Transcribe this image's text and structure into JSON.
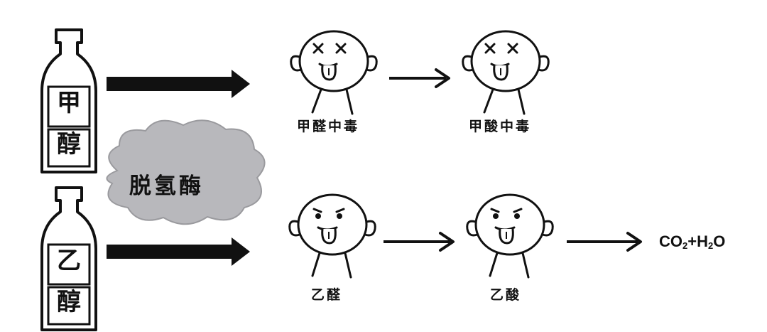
{
  "bottles": {
    "methanol": {
      "char1": "甲",
      "char2": "醇"
    },
    "ethanol": {
      "char1": "乙",
      "char2": "醇"
    }
  },
  "enzyme": {
    "label": "脱氢酶"
  },
  "stages": {
    "formaldehyde": "甲醛中毒",
    "formic_acid": "甲酸中毒",
    "acetaldehyde": "乙醛",
    "acetic_acid": "乙酸"
  },
  "products": {
    "co": "CO",
    "two_a": "2",
    "plus_h": "+H",
    "two_b": "2",
    "o": "O"
  },
  "icons": {
    "dead_face": "dizzy-face-tongue-out-icon",
    "alive_face": "tongue-out-face-icon"
  }
}
